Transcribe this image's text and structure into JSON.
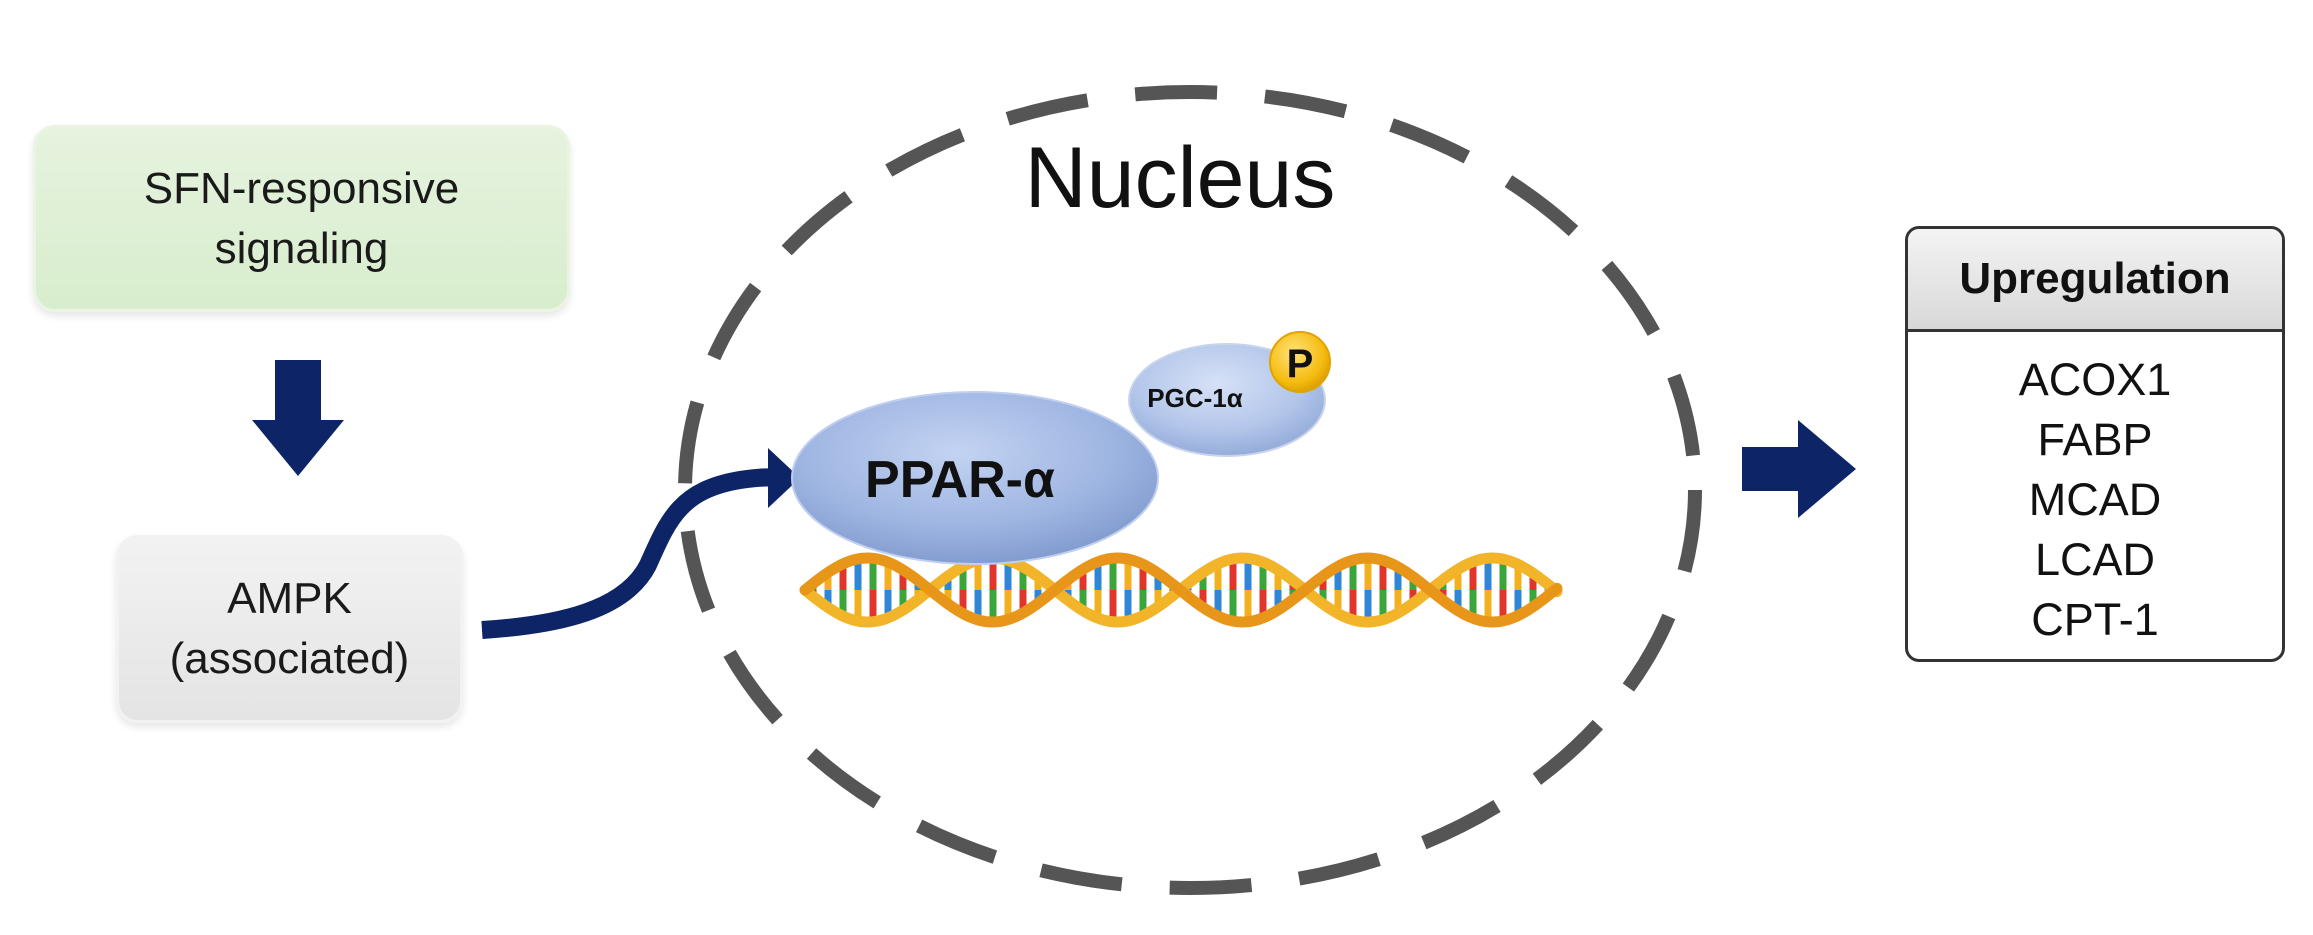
{
  "nodes": {
    "sfn": {
      "line1": "SFN-responsive",
      "line2": "signaling"
    },
    "ampk": {
      "line1": "AMPK",
      "line2": "(associated)"
    },
    "nucleus_label": "Nucleus",
    "ppar_label": "PPAR-α",
    "pgc_label": "PGC-1α",
    "phospho_label": "P"
  },
  "upregulation": {
    "header": "Upregulation",
    "genes": [
      "ACOX1",
      "FABP",
      "MCAD",
      "LCAD",
      "CPT-1"
    ]
  },
  "colors": {
    "arrow": "#0d2466",
    "nucleus_border": "#555555",
    "protein_blue": "#9db3e0",
    "phospho_yellow": "#f7c21a",
    "dna_strand": "#f0a820",
    "sfn_box": "#deefd4",
    "ampk_box": "#ebebeb"
  }
}
